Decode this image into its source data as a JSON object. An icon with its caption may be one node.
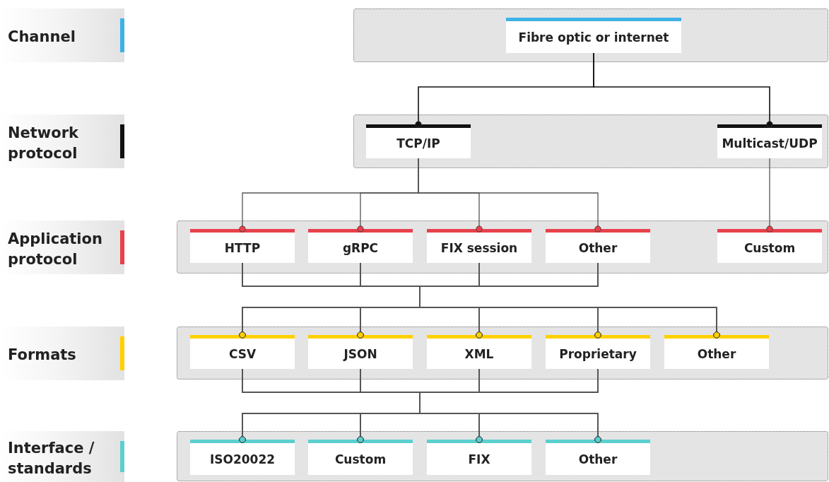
{
  "diagram": {
    "nodes": [
      {
        "text": [
          "Channel"
        ]
      },
      {
        "text": [],
        "shape": "box"
      },
      {
        "text": [
          "Fibre optic or internet"
        ],
        "in": 1
      },
      {
        "text": [
          "Network protocol"
        ]
      },
      {
        "text": [],
        "shape": "box"
      },
      {
        "text": [
          "TCP/IP"
        ],
        "in": 4
      },
      {
        "text": [
          "Multicast/UDP"
        ],
        "in": 4
      },
      {
        "text": [
          "Application protocol"
        ]
      },
      {
        "text": [],
        "shape": "box"
      },
      {
        "text": [
          "HTTP"
        ],
        "in": 8
      },
      {
        "text": [
          "gRPC"
        ],
        "in": 8
      },
      {
        "text": [
          "FIX session"
        ],
        "in": 8
      },
      {
        "text": [
          "Other"
        ],
        "in": 8
      },
      {
        "text": [
          "Custom"
        ],
        "in": 8
      },
      {
        "text": [
          "Formats"
        ]
      },
      {
        "text": [],
        "shape": "box"
      },
      {
        "text": [
          "CSV"
        ],
        "in": 15
      },
      {
        "text": [
          "JSON"
        ],
        "in": 15
      },
      {
        "text": [
          "XML"
        ],
        "in": 15
      },
      {
        "text": [
          "Proprietary"
        ],
        "in": 15
      },
      {
        "text": [
          "Other"
        ],
        "in": 15
      },
      {
        "text": [
          "Interface / standards"
        ]
      },
      {
        "text": [],
        "shape": "box"
      },
      {
        "text": [
          "ISO20022"
        ],
        "in": 22
      },
      {
        "text": [
          "Custom"
        ],
        "in": 22
      },
      {
        "text": [
          "FIX"
        ],
        "in": 22
      },
      {
        "text": [
          "Other"
        ],
        "in": 22
      }
    ],
    "edges": [
      {
        "from": 2,
        "to": 5,
        "arrow": "other",
        "color": "#111111"
      },
      {
        "from": 2,
        "to": 6,
        "arrow": "other",
        "color": "#111111"
      },
      {
        "from": 5,
        "to": 9,
        "arrow": "other"
      },
      {
        "from": 5,
        "to": 10,
        "arrow": "other"
      },
      {
        "from": 5,
        "to": 11,
        "arrow": "other"
      },
      {
        "from": 5,
        "to": 12,
        "arrow": "other"
      },
      {
        "from": 6,
        "to": 13,
        "arrow": "other"
      },
      {
        "from": 9,
        "to": 16,
        "arrow": "other"
      },
      {
        "from": 9,
        "to": 17,
        "arrow": "other"
      },
      {
        "from": 9,
        "to": 18,
        "arrow": "other"
      },
      {
        "from": 9,
        "to": 19,
        "arrow": "other"
      },
      {
        "from": 9,
        "to": 20,
        "arrow": "other"
      },
      {
        "from": 10,
        "to": 16,
        "arrow": "other"
      },
      {
        "from": 10,
        "to": 17,
        "arrow": "other"
      },
      {
        "from": 10,
        "to": 18,
        "arrow": "other"
      },
      {
        "from": 10,
        "to": 19,
        "arrow": "other"
      },
      {
        "from": 10,
        "to": 20,
        "arrow": "other"
      },
      {
        "from": 11,
        "to": 16,
        "arrow": "other"
      },
      {
        "from": 11,
        "to": 17,
        "arrow": "other"
      },
      {
        "from": 11,
        "to": 18,
        "arrow": "other"
      },
      {
        "from": 11,
        "to": 19,
        "arrow": "other"
      },
      {
        "from": 11,
        "to": 20,
        "arrow": "other"
      },
      {
        "from": 12,
        "to": 16,
        "arrow": "other"
      },
      {
        "from": 12,
        "to": 17,
        "arrow": "other"
      },
      {
        "from": 12,
        "to": 18,
        "arrow": "other"
      },
      {
        "from": 12,
        "to": 19,
        "arrow": "other"
      },
      {
        "from": 12,
        "to": 20,
        "arrow": "other"
      },
      {
        "from": 16,
        "to": 23,
        "arrow": "other"
      },
      {
        "from": 16,
        "to": 24,
        "arrow": "other"
      },
      {
        "from": 16,
        "to": 25,
        "arrow": "other"
      },
      {
        "from": 16,
        "to": 26,
        "arrow": "other"
      },
      {
        "from": 17,
        "to": 23,
        "arrow": "other"
      },
      {
        "from": 17,
        "to": 24,
        "arrow": "other"
      },
      {
        "from": 17,
        "to": 25,
        "arrow": "other"
      },
      {
        "from": 17,
        "to": 26,
        "arrow": "other"
      },
      {
        "from": 18,
        "to": 23,
        "arrow": "other"
      },
      {
        "from": 18,
        "to": 24,
        "arrow": "other"
      },
      {
        "from": 18,
        "to": 25,
        "arrow": "other"
      },
      {
        "from": 18,
        "to": 26,
        "arrow": "other"
      },
      {
        "from": 19,
        "to": 23,
        "arrow": "other"
      },
      {
        "from": 19,
        "to": 24,
        "arrow": "other"
      },
      {
        "from": 19,
        "to": 25,
        "arrow": "other"
      },
      {
        "from": 19,
        "to": 26,
        "arrow": "other"
      }
    ]
  }
}
